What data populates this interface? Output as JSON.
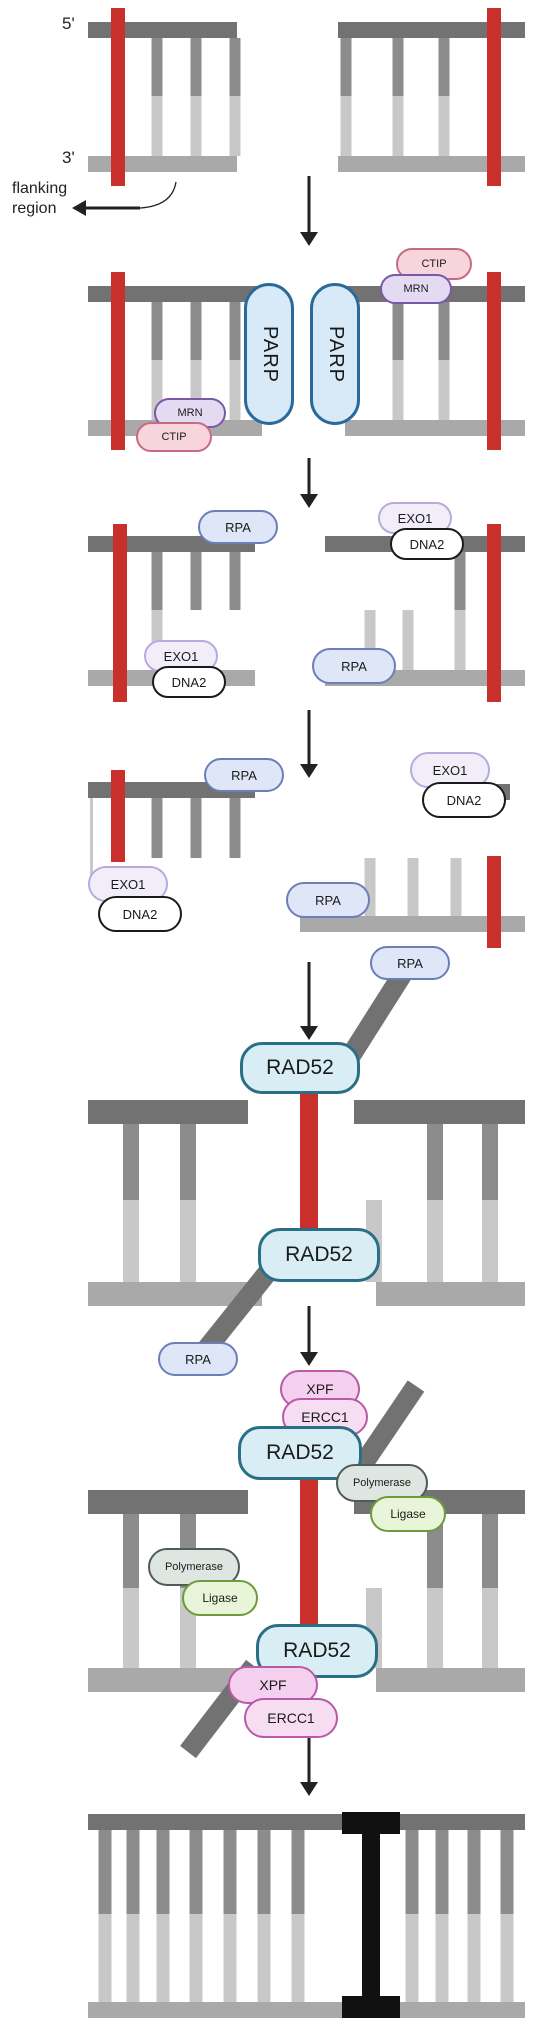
{
  "strand_labels": {
    "five_prime": "5'",
    "three_prime": "3'"
  },
  "flanking_label": {
    "line1": "flanking",
    "line2": "region"
  },
  "proteins": {
    "parp": "PARP",
    "mrn": "MRN",
    "ctip": "CTIP",
    "rpa": "RPA",
    "exo1": "EXO1",
    "dna2": "DNA2",
    "rad52": "RAD52",
    "xpf": "XPF",
    "ercc1": "ERCC1",
    "polymerase": "Polymerase",
    "ligase": "Ligase"
  },
  "colors": {
    "dark_strand": "#727272",
    "light_strand": "#a9a9a9",
    "dark_rung": "#8c8c8c",
    "light_rung": "#c8c8c8",
    "break_marker": "#c9302c",
    "ligation_bar": "#111111",
    "arrow": "#222222"
  }
}
